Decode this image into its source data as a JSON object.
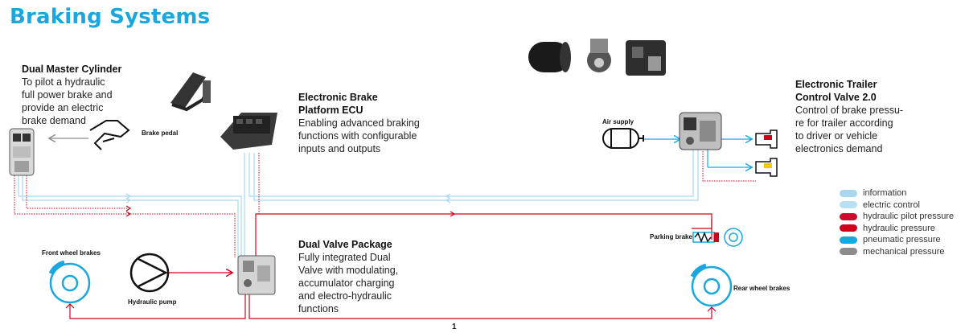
{
  "title": "Braking Systems",
  "components": {
    "dual_master_cylinder": {
      "name": "Dual Master Cylinder",
      "description": "To pilot a hydraulic\nfull power brake and\nprovide an electric\nbrake demand"
    },
    "ecu": {
      "name_line1": "Electronic Brake",
      "name_line2": "Platform ECU",
      "description": "Enabling advanced braking\nfunctions with configurable\ninputs and outputs"
    },
    "etcv": {
      "name_line1": "Electronic Trailer",
      "name_line2": "Control Valve 2.0",
      "description": "Control of brake pressu-\nre for trailer according\nto driver or vehicle\nelectronics demand"
    },
    "dual_valve": {
      "name": "Dual Valve Package",
      "description": "Fully integrated Dual\nValve with modulating,\naccumulator charging\nand electro-hydraulic\nfunctions"
    }
  },
  "labels": {
    "brake_pedal": "Brake pedal",
    "air_supply": "Air supply",
    "parking_brake": "Parking brake",
    "front_wheel_brakes": "Front wheel brakes",
    "rear_wheel_brakes": "Rear wheel brakes",
    "hydraulic_pump": "Hydraulic pump",
    "line_marker": "1"
  },
  "legend": [
    {
      "label": "information",
      "color": "#a8d8f0"
    },
    {
      "label": "electric control",
      "color": "#b8dff2"
    },
    {
      "label": "hydraulic pilot pressure",
      "color": "#c8102e"
    },
    {
      "label": "hydraulic pressure",
      "color": "#d0021b"
    },
    {
      "label": "pneumatic pressure",
      "color": "#1aa6df"
    },
    {
      "label": "mechanical pressure",
      "color": "#8c8c8c"
    }
  ],
  "colors": {
    "accent": "#1aa6df",
    "hydraulic": "#d0021b",
    "info": "#a8d8f0",
    "mechanical": "#8c8c8c"
  }
}
